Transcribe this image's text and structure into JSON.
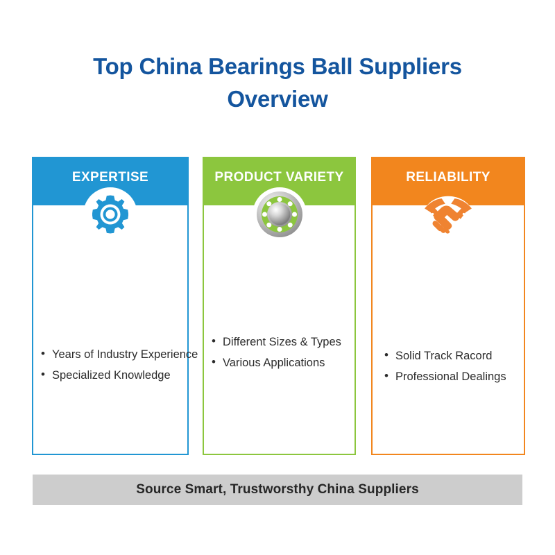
{
  "title": {
    "line1": "Top China Bearings Ball Suppliers",
    "line2": "Overview",
    "color": "#14559e"
  },
  "cards": [
    {
      "id": "expertise",
      "header": "EXPERTISE",
      "color": "#2196d3",
      "icon": "gear-icon",
      "bullets": [
        "Years of Industry Experience",
        "Specialized Knowledge"
      ]
    },
    {
      "id": "product-variety",
      "header": "PRODUCT VARIETY",
      "color": "#8cc63e",
      "icon": "ball-bearing-icon",
      "bullets": [
        "Different Sizes & Types",
        "Various Applications"
      ]
    },
    {
      "id": "reliability",
      "header": "RELIABILITY",
      "color": "#f2861e",
      "icon": "handshake-icon",
      "bullets": [
        "Solid Track Racord",
        "Professional Dealings"
      ]
    }
  ],
  "footer": {
    "text": "Source Smart, Trustworsthy China Suppliers",
    "background": "#cdcdcd"
  }
}
